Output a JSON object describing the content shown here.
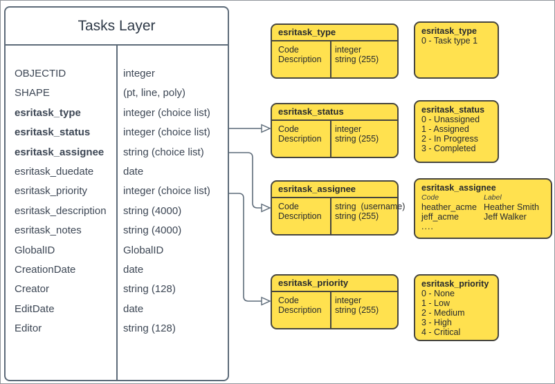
{
  "diagram": {
    "tasks_table": {
      "title": "Tasks Layer",
      "rows": [
        {
          "field": "OBJECTID",
          "type": "integer",
          "bold": false
        },
        {
          "field": "SHAPE",
          "type": "(pt, line, poly)",
          "bold": false
        },
        {
          "field": "esritask_type",
          "type": "integer (choice list)",
          "bold": true
        },
        {
          "field": "esritask_status",
          "type": "integer (choice list)",
          "bold": true
        },
        {
          "field": "esritask_assignee",
          "type": "string (choice list)",
          "bold": true
        },
        {
          "field": "esritask_duedate",
          "type": "date",
          "bold": false
        },
        {
          "field": "esritask_priority",
          "type": "integer (choice list)",
          "bold": false
        },
        {
          "field": "esritask_description",
          "type": "string (4000)",
          "bold": false
        },
        {
          "field": "esritask_notes",
          "type": "string (4000)",
          "bold": false
        },
        {
          "field": "GlobalID",
          "type": "GlobalID",
          "bold": false
        },
        {
          "field": "CreationDate",
          "type": "date",
          "bold": false
        },
        {
          "field": "Creator",
          "type": "string (128)",
          "bold": false
        },
        {
          "field": "EditDate",
          "type": "date",
          "bold": false
        },
        {
          "field": "Editor",
          "type": "string (128)",
          "bold": false
        }
      ]
    },
    "domain_tables": [
      {
        "id": "type",
        "title": "esritask_type",
        "fields": [
          {
            "name": "Code",
            "type": "integer"
          },
          {
            "name": "Description",
            "type": "string (255)"
          }
        ]
      },
      {
        "id": "status",
        "title": "esritask_status",
        "fields": [
          {
            "name": "Code",
            "type": "integer"
          },
          {
            "name": "Description",
            "type": "string (255)"
          }
        ]
      },
      {
        "id": "assignee",
        "title": "esritask_assignee",
        "fields": [
          {
            "name": "Code",
            "type": "string  (username)"
          },
          {
            "name": "Description",
            "type": "string (255)"
          }
        ]
      },
      {
        "id": "priority",
        "title": "esritask_priority",
        "fields": [
          {
            "name": "Code",
            "type": "integer"
          },
          {
            "name": "Description",
            "type": "string (255)"
          }
        ]
      }
    ],
    "value_lists": [
      {
        "id": "type",
        "title": "esritask_type",
        "values": [
          "0 - Task type 1"
        ]
      },
      {
        "id": "status",
        "title": "esritask_status",
        "values": [
          "0 - Unassigned",
          "1 - Assigned",
          "2 - In Progress",
          "3 - Completed"
        ]
      },
      {
        "id": "assignee",
        "title": "esritask_assignee",
        "columns": [
          "Code",
          "Label"
        ],
        "pairs": [
          [
            "heather_acme",
            "Heather Smith"
          ],
          [
            "jeff_acme",
            "Jeff Walker"
          ]
        ],
        "more": "...."
      },
      {
        "id": "priority",
        "title": "esritask_priority",
        "values": [
          "0 - None",
          "1 - Low",
          "2 - Medium",
          "3 - High",
          "4 - Critical"
        ]
      }
    ],
    "colors": {
      "box_fill": "#ffe14f",
      "box_border": "#46453e",
      "table_border": "#5c6a78",
      "table_text": "#3c4654",
      "connector": "#5c6a78"
    }
  }
}
